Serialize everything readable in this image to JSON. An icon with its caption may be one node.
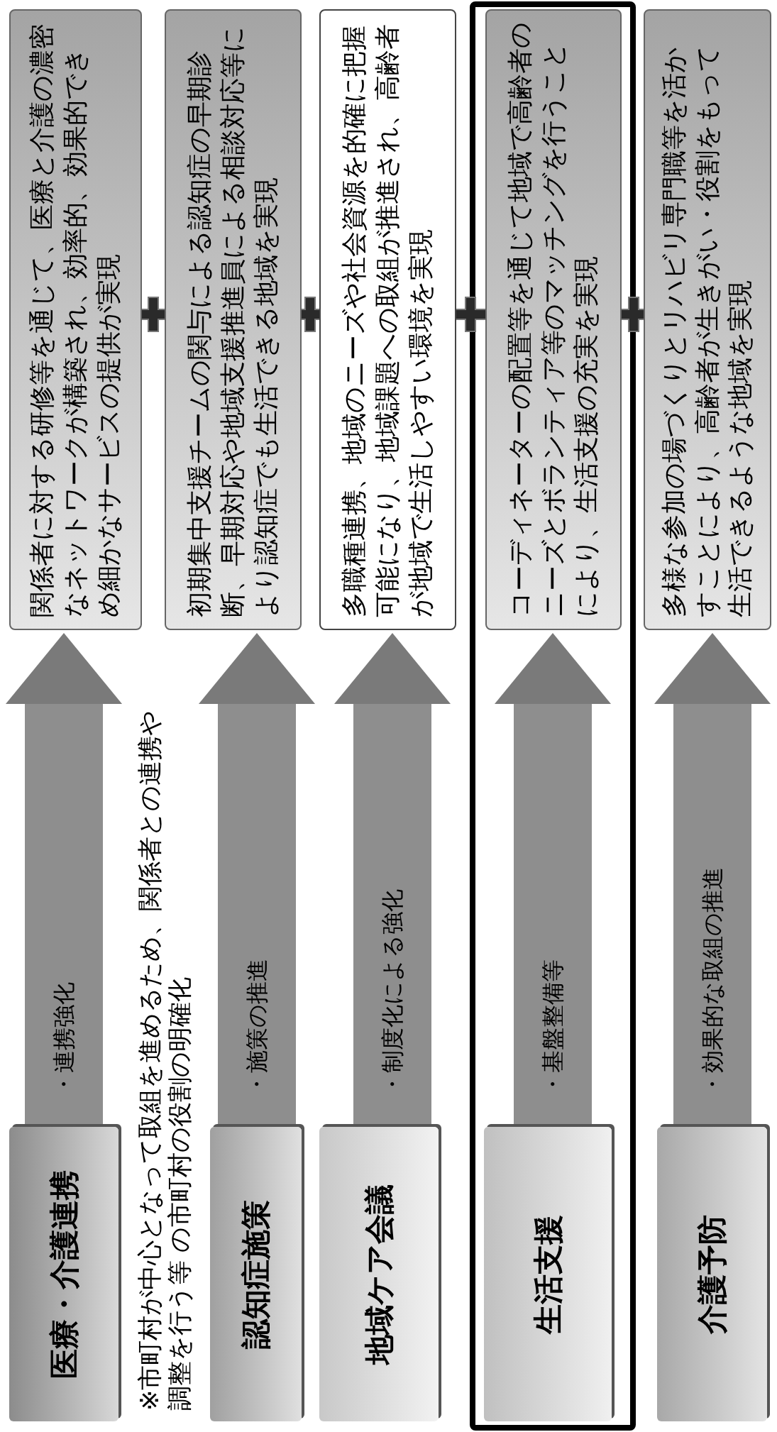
{
  "diagram": {
    "nodes": [
      {
        "text": [
          "医療・介護連携"
        ]
      },
      {
        "text": [
          "関係者に対する研修等を通じて、医療と介護の濃密なネットワークが構築され、効率的、効果的できめ細かなサービスの提供が実現"
        ]
      },
      {
        "text": [
          "認知症施策"
        ]
      },
      {
        "text": [
          "初期集中支援チームの関与による認知症の早期診断、早期対応や地域支援推進員による相談対応等により認知症でも生活できる地域を実現"
        ]
      },
      {
        "text": [
          "地域ケア会議"
        ]
      },
      {
        "text": [
          "多職種連携、地域のニーズや社会資源を的確に把握可能になり、地域課題への取組が推進され、高齢者が地域で生活しやすい環境を実現"
        ]
      },
      {
        "text": [
          "生活支援"
        ]
      },
      {
        "text": [
          "コーディネーターの配置等を通じて地域で高齢者のニーズとボランティア等のマッチングを行うことにより、生活支援の充実を実現"
        ]
      },
      {
        "text": [
          "介護予防"
        ]
      },
      {
        "text": [
          "多様な参加の場づくりとリハビリ専門職等を活かすことにより、高齢者が生きがい・役割をもって生活できるような地域を実現"
        ]
      }
    ],
    "edges": [
      {
        "from": 0,
        "to": 1,
        "arrow": "to",
        "label": "・連携強化"
      },
      {
        "from": 2,
        "to": 3,
        "arrow": "to",
        "label": "・施策の推進"
      },
      {
        "from": 4,
        "to": 5,
        "arrow": "to",
        "label": "・制度化による強化"
      },
      {
        "from": 6,
        "to": 7,
        "arrow": "to",
        "label": "・基盤整備等"
      },
      {
        "from": 8,
        "to": 9,
        "arrow": "to",
        "label": "・効果的な取組の推進"
      }
    ],
    "labels": [
      "※市町村が中心となって取組を進めるため、関係者との連携や調整を行う等 の市町村の役割の明確化"
    ]
  }
}
